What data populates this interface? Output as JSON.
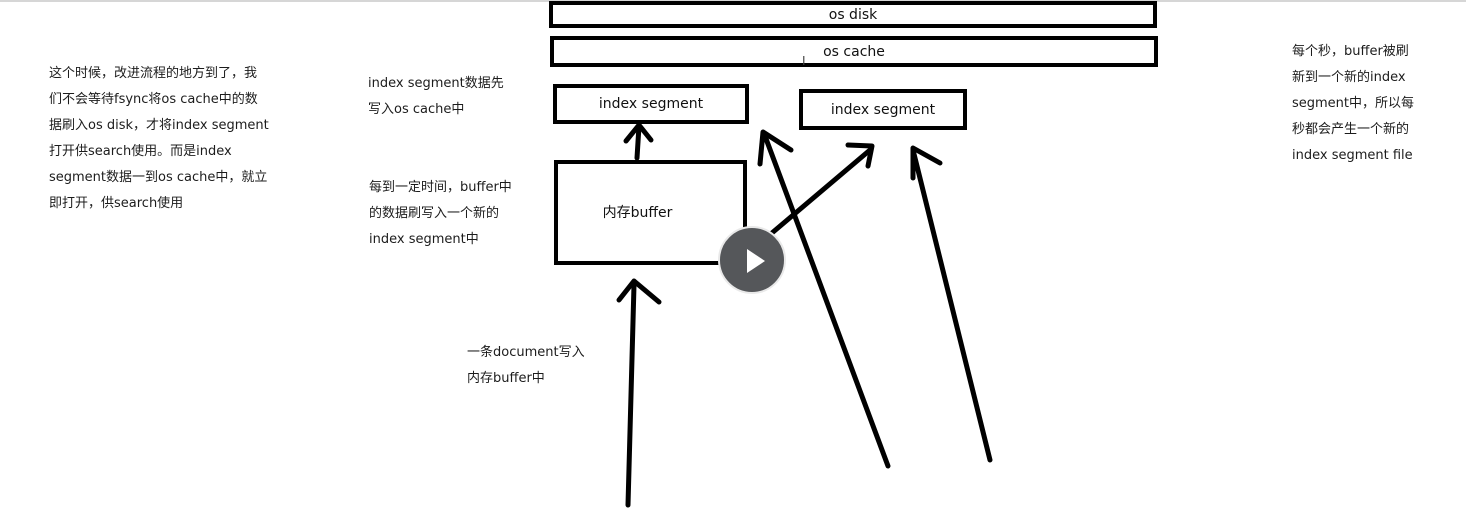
{
  "boxes": {
    "os_disk": "os disk",
    "os_cache": "os cache",
    "index_segment_1": "index segment",
    "index_segment_2": "index segment",
    "memory_buffer": "内存buffer"
  },
  "notes": {
    "left": "这个时候，改进流程的地方到了，我\n们不会等待fsync将os cache中的数\n据刷入os disk，才将index segment\n打开供search使用。而是index\nsegment数据一到os cache中，就立\n即打开，供search使用",
    "segment_write": "index segment数据先\n写入os cache中",
    "buffer_flush": "每到一定时间，buffer中\n的数据刷写入一个新的\nindex segment中",
    "document_write": "一条document写入\n内存buffer中",
    "right": "每个秒，buffer被刷\n新到一个新的index\nsegment中，所以每\n秒都会产生一个新的\nindex segment file"
  },
  "icons": {
    "play": "play-icon",
    "cursor": "text-cursor-icon"
  }
}
